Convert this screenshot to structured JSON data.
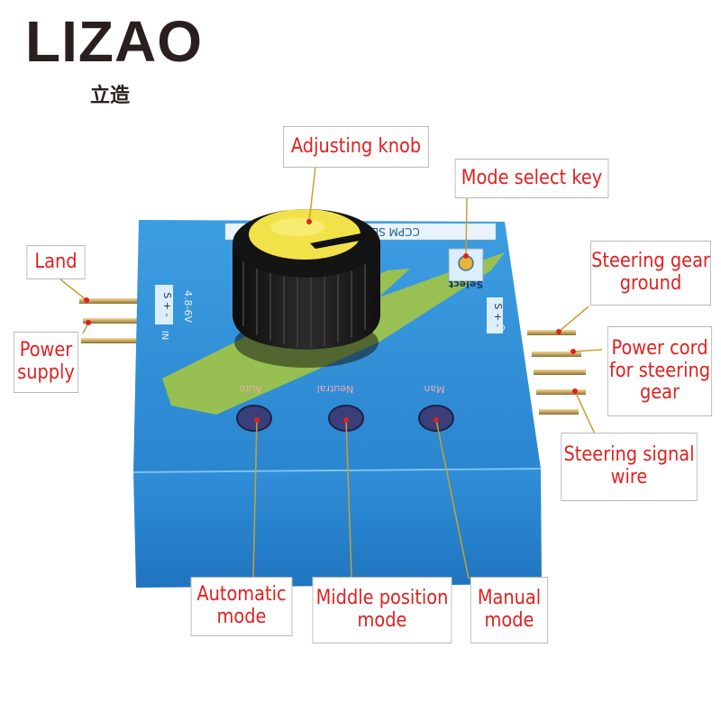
{
  "brand": {
    "name": "LIZAO",
    "subtitle": "立造"
  },
  "device": {
    "top_label": "CCPM SERVO MASTER",
    "input_pins": "S + -",
    "input_voltage": "4.8-6V",
    "input_label": "IN",
    "output_pins": "S + -",
    "output_label": "OUT",
    "select_label": "Select",
    "mode_labels": [
      "Auto",
      "Neutral",
      "Man"
    ]
  },
  "callouts": {
    "adjusting_knob": [
      "Adjusting knob"
    ],
    "mode_select_key": [
      "Mode select key"
    ],
    "land": [
      "Land"
    ],
    "power_supply": [
      "Power",
      "supply"
    ],
    "steering_gear_ground": [
      "Steering gear",
      "ground"
    ],
    "power_cord": [
      "Power cord",
      "for steering",
      "gear"
    ],
    "steering_signal_wire": [
      "Steering signal",
      "wire"
    ],
    "automatic_mode": [
      "Automatic",
      "mode"
    ],
    "middle_position_mode": [
      "Middle position",
      "mode"
    ],
    "manual_mode": [
      "Manual",
      "mode"
    ]
  },
  "colors": {
    "callout_text": "#e0211f",
    "device_blue": "#2f8fd8",
    "knob_yellow": "#f2e24a",
    "knob_black": "#1b1b1b"
  }
}
